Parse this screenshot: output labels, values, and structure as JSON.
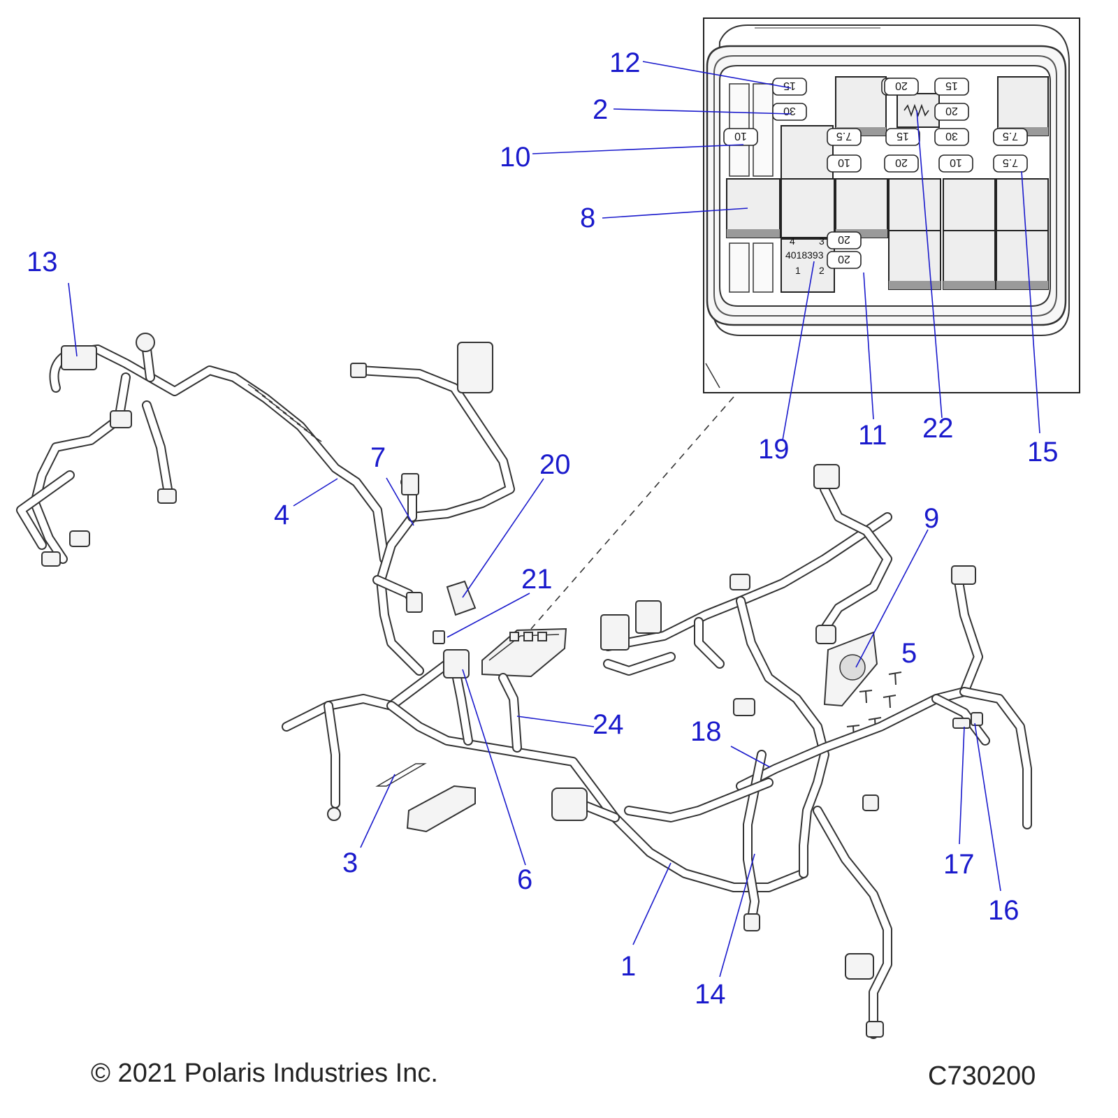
{
  "callouts": [
    "1",
    "2",
    "3",
    "4",
    "5",
    "6",
    "7",
    "8",
    "9",
    "10",
    "11",
    "12",
    "13",
    "14",
    "15",
    "16",
    "17",
    "18",
    "19",
    "20",
    "21",
    "22",
    "24"
  ],
  "fuse_ratings": [
    "15",
    "30",
    "10",
    "7.5",
    "15",
    "20",
    "7.5",
    "15",
    "20",
    "10",
    "30",
    "10",
    "15",
    "20",
    "7.5",
    "7.5",
    "20",
    "20"
  ],
  "relay_label": {
    "part_number": "4018393",
    "pins": [
      "3",
      "4",
      "2",
      "1"
    ]
  },
  "footer": {
    "copyright": "© 2021 Polaris Industries Inc.",
    "figure_id": "C730200"
  },
  "colors": {
    "callout": "#1a1acc",
    "line": "#333333"
  }
}
